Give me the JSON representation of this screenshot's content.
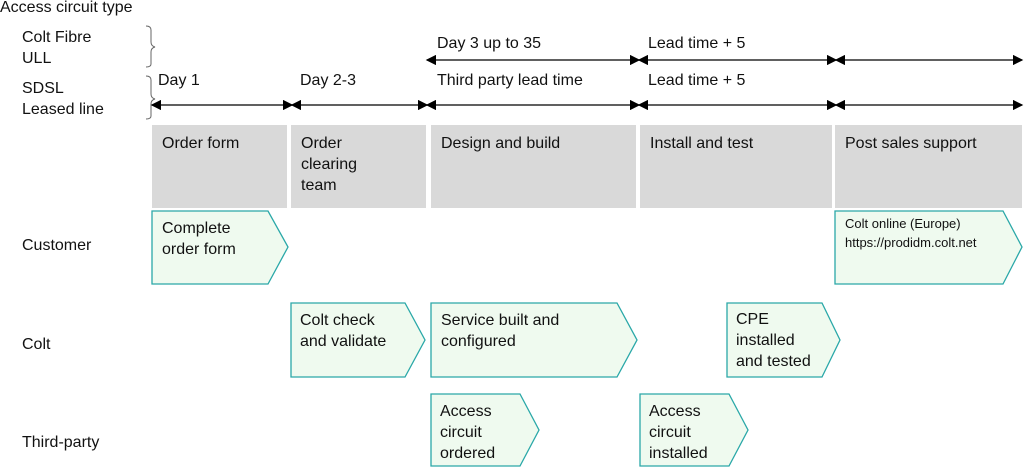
{
  "header": {
    "title": "Access circuit type"
  },
  "circuit_types": [
    {
      "label": "Colt Fibre\nULL"
    },
    {
      "label": "SDSL\nLeased line"
    }
  ],
  "timeline": {
    "fibre_row": [
      "Day 3 up to 35",
      "Lead time + 5"
    ],
    "sdsl_row": [
      "Day 1",
      "Day 2-3",
      "Third party lead time",
      "Lead time + 5"
    ]
  },
  "phases": [
    {
      "label": "Order form"
    },
    {
      "label": "Order\nclearing\nteam"
    },
    {
      "label": "Design and build"
    },
    {
      "label": "Install and test"
    },
    {
      "label": "Post sales support"
    }
  ],
  "lanes": [
    {
      "label": "Customer"
    },
    {
      "label": "Colt"
    },
    {
      "label": "Third-party"
    }
  ],
  "tasks": {
    "complete_order": "Complete\norder form",
    "colt_online": "Colt online (Europe)\nhttps://prodidm.colt.net",
    "check_validate": "Colt check\nand validate",
    "service_built": "Service built and\nconfigured",
    "cpe_installed": "CPE\ninstalled\nand tested",
    "access_ordered": "Access\ncircuit\nordered",
    "access_installed": "Access\ncircuit\ninstalled"
  },
  "colors": {
    "phase_fill": "#d9d9d9",
    "task_fill": "#effaef",
    "task_stroke": "#2aa8a8"
  }
}
